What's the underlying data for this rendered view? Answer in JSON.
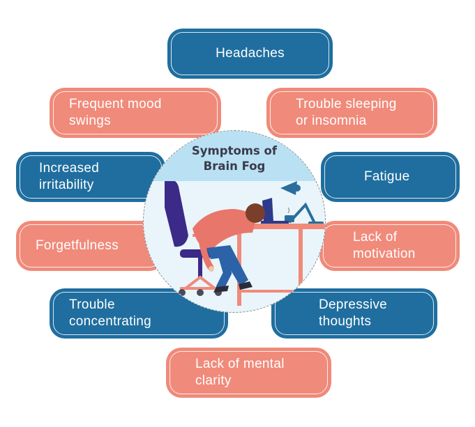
{
  "center": {
    "title_line1": "Symptoms of",
    "title_line2": "Brain Fog"
  },
  "symptoms": {
    "headaches": "Headaches",
    "mood_swings_l1": "Frequent mood",
    "mood_swings_l2": "swings",
    "sleeping_l1": "Trouble sleeping",
    "sleeping_l2": "or insomnia",
    "irritability_l1": "Increased",
    "irritability_l2": "irritability",
    "fatigue": "Fatigue",
    "forgetfulness": "Forgetfulness",
    "motivation_l1": "Lack of",
    "motivation_l2": "motivation",
    "concentrating_l1": "Trouble",
    "concentrating_l2": "concentrating",
    "depressive_l1": "Depressive",
    "depressive_l2": "thoughts",
    "clarity_l1": "Lack of mental",
    "clarity_l2": "clarity"
  },
  "colors": {
    "blue": "#1f6e9f",
    "salmon": "#f08a7a",
    "circle_bg": "#e9f5fb",
    "title_band": "#b9e1f3"
  }
}
